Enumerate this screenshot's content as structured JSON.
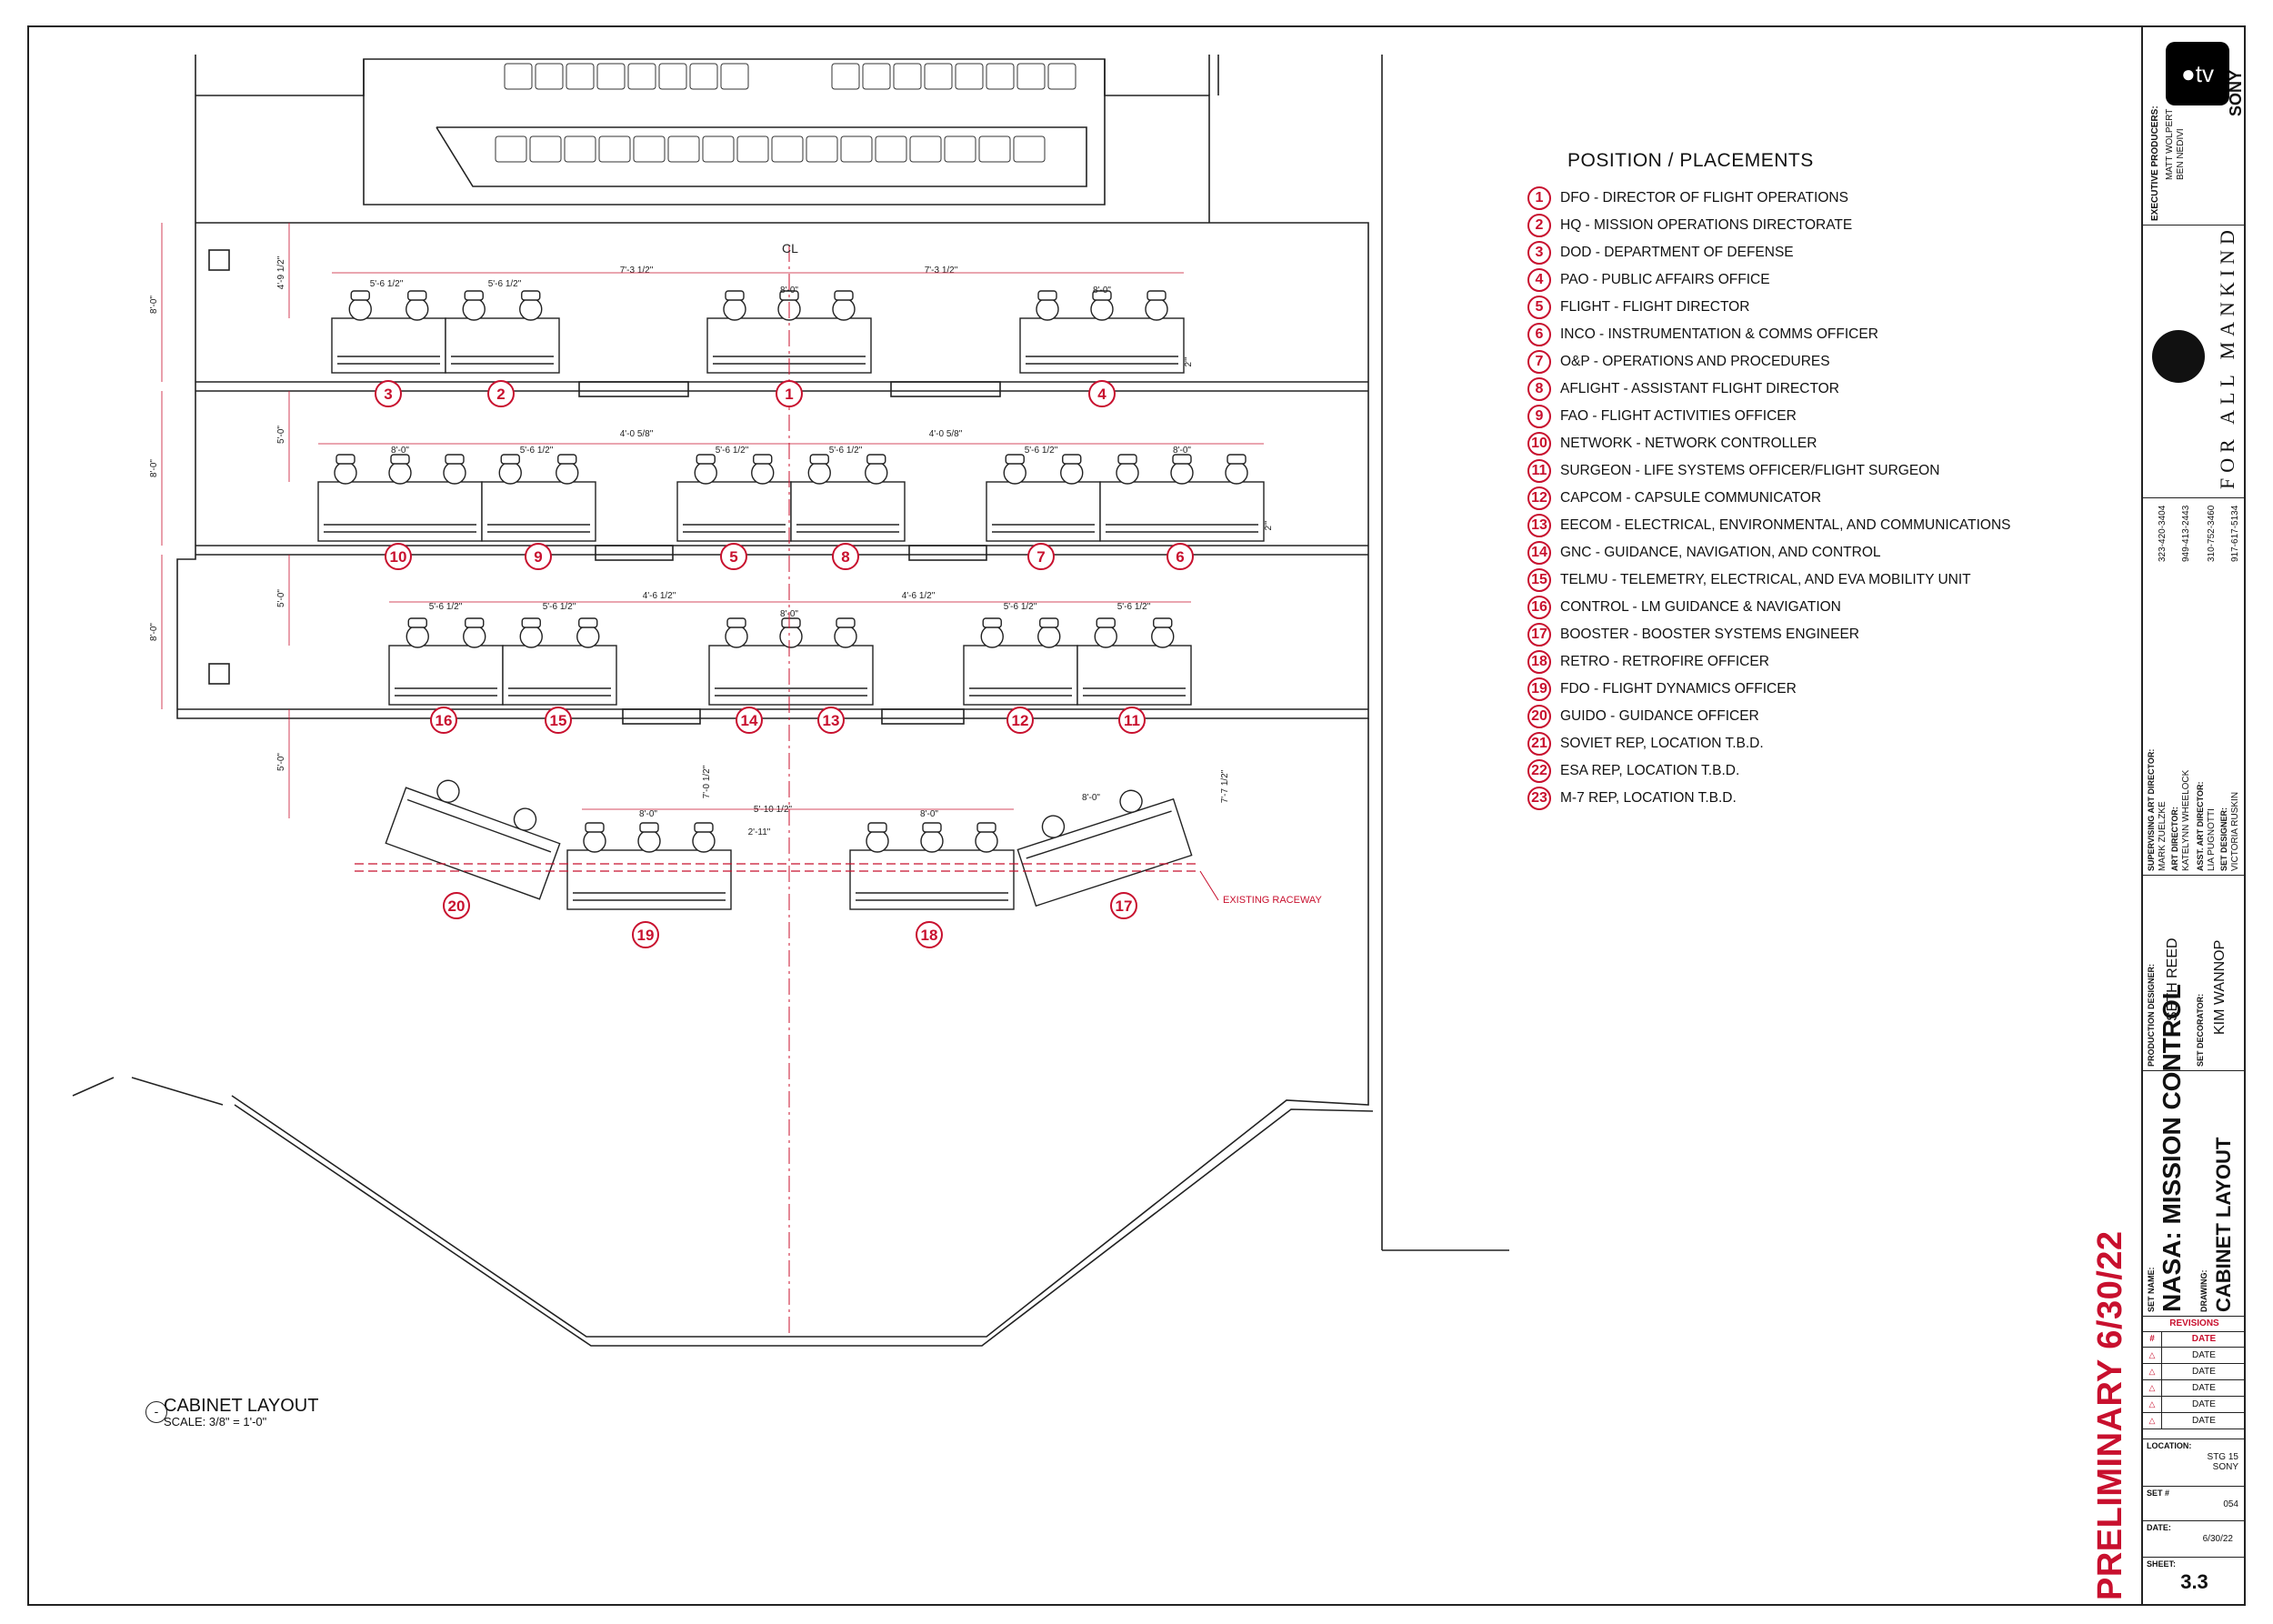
{
  "legend": {
    "title": "POSITION / PLACEMENTS",
    "items": [
      {
        "n": "1",
        "text": "DFO - DIRECTOR OF FLIGHT OPERATIONS"
      },
      {
        "n": "2",
        "text": "HQ - MISSION OPERATIONS DIRECTORATE"
      },
      {
        "n": "3",
        "text": "DOD - DEPARTMENT OF DEFENSE"
      },
      {
        "n": "4",
        "text": "PAO - PUBLIC AFFAIRS OFFICE"
      },
      {
        "n": "5",
        "text": "FLIGHT - FLIGHT DIRECTOR"
      },
      {
        "n": "6",
        "text": "INCO - INSTRUMENTATION & COMMS OFFICER"
      },
      {
        "n": "7",
        "text": "O&P - OPERATIONS AND PROCEDURES"
      },
      {
        "n": "8",
        "text": "AFLIGHT - ASSISTANT FLIGHT DIRECTOR"
      },
      {
        "n": "9",
        "text": "FAO - FLIGHT ACTIVITIES OFFICER"
      },
      {
        "n": "10",
        "text": "NETWORK - NETWORK CONTROLLER"
      },
      {
        "n": "11",
        "text": "SURGEON - LIFE SYSTEMS OFFICER/FLIGHT SURGEON"
      },
      {
        "n": "12",
        "text": "CAPCOM - CAPSULE COMMUNICATOR"
      },
      {
        "n": "13",
        "text": "EECOM - ELECTRICAL, ENVIRONMENTAL, AND COMMUNICATIONS"
      },
      {
        "n": "14",
        "text": "GNC - GUIDANCE, NAVIGATION, AND CONTROL"
      },
      {
        "n": "15",
        "text": "TELMU - TELEMETRY, ELECTRICAL, AND EVA MOBILITY UNIT"
      },
      {
        "n": "16",
        "text": "CONTROL - LM GUIDANCE & NAVIGATION"
      },
      {
        "n": "17",
        "text": "BOOSTER - BOOSTER SYSTEMS ENGINEER"
      },
      {
        "n": "18",
        "text": "RETRO - RETROFIRE OFFICER"
      },
      {
        "n": "19",
        "text": "FDO - FLIGHT DYNAMICS OFFICER"
      },
      {
        "n": "20",
        "text": "GUIDO - GUIDANCE OFFICER"
      },
      {
        "n": "21",
        "text": "SOVIET REP, LOCATION T.B.D."
      },
      {
        "n": "22",
        "text": "ESA REP, LOCATION T.B.D."
      },
      {
        "n": "23",
        "text": "M-7 REP, LOCATION T.B.D."
      }
    ]
  },
  "plan": {
    "stations": [
      {
        "n": "3"
      },
      {
        "n": "2"
      },
      {
        "n": "1"
      },
      {
        "n": "4"
      },
      {
        "n": "10"
      },
      {
        "n": "9"
      },
      {
        "n": "5"
      },
      {
        "n": "8"
      },
      {
        "n": "7"
      },
      {
        "n": "6"
      },
      {
        "n": "16"
      },
      {
        "n": "15"
      },
      {
        "n": "14"
      },
      {
        "n": "13"
      },
      {
        "n": "12"
      },
      {
        "n": "11"
      },
      {
        "n": "20"
      },
      {
        "n": "19"
      },
      {
        "n": "18"
      },
      {
        "n": "17"
      }
    ],
    "dims": [
      "5'-6 1/2\"",
      "5'-6 1/2\"",
      "7'-3 1/2\"",
      "8'-0\"",
      "7'-3 1/2\"",
      "8'-0\"",
      "8'-0\"",
      "5'-6 1/2\"",
      "4'-0 5/8\"",
      "5'-6 1/2\"",
      "5'-6 1/2\"",
      "4'-0 5/8\"",
      "5'-6 1/2\"",
      "8'-0\"",
      "5'-6 1/2\"",
      "5'-6 1/2\"",
      "4'-6 1/2\"",
      "8'-0\"",
      "4'-6 1/2\"",
      "5'-6 1/2\"",
      "5'-6 1/2\"",
      "8'-0\"",
      "5'-10 1/2\"",
      "8'-0\"",
      "8'-0\"",
      "2'-11\"",
      "7'-0 1/2\"",
      "7'-7 1/2\"",
      "4'-9 1/2\"",
      "5'-0\"",
      "5'-0\"",
      "5'-0\"",
      "8'-0\"",
      "8'-0\"",
      "8'-0\"",
      "2'\"",
      "2'\""
    ],
    "centerline": "CL",
    "raceway": "EXISTING RACEWAY"
  },
  "caption": {
    "marker": "-",
    "title": "CABINET LAYOUT",
    "scale": "SCALE: 3/8\" = 1'-0\""
  },
  "preliminary": "PRELIMINARY 6/30/22",
  "title_block": {
    "exec_label": "EXECUTIVE PRODUCERS:",
    "exec_names": [
      "MATT WOLPERT",
      "BEN NEDIVI"
    ],
    "logo_appletv": "tv",
    "logo_sony": "SONY",
    "show": "FOR ALL MANKIND",
    "sup_art_label": "SUPERVISING ART DIRECTOR:",
    "sup_art_name": "MARK ZUELZKE",
    "sup_art_phone": "323-420-3404",
    "art_label": "ART DIRECTOR:",
    "art_name": "KATELYNN WHEELOCK",
    "art_phone": "949-413-2443",
    "asst_label": "ASST. ART DIRECTOR:",
    "asst_name": "LIA PUGNOTTI",
    "asst_phone": "310-752-3460",
    "setdes_label": "SET DESIGNER:",
    "setdes_name": "VICTORIA RUSKIN",
    "setdes_phone": "917-617-5134",
    "prod_label": "PRODUCTION DESIGNER:",
    "prod_name": "SETH REED",
    "decor_label": "SET DECORATOR:",
    "decor_name": "KIM WANNOP",
    "setname_label": "SET NAME:",
    "setname": "NASA: MISSION CONTROL",
    "drawing_label": "DRAWING:",
    "drawing": "CABINET LAYOUT",
    "revisions_label": "REVISIONS",
    "rev_hash": "#",
    "rev_date_hdr": "DATE",
    "revisions": [
      "DATE",
      "DATE",
      "DATE",
      "DATE",
      "DATE"
    ],
    "location_label": "LOCATION:",
    "location": "STG 15",
    "location2": "SONY",
    "setno_label": "SET #",
    "setno": "054",
    "date_label": "DATE:",
    "date": "6/30/22",
    "sheet_label": "SHEET:",
    "sheet": "3.3"
  }
}
